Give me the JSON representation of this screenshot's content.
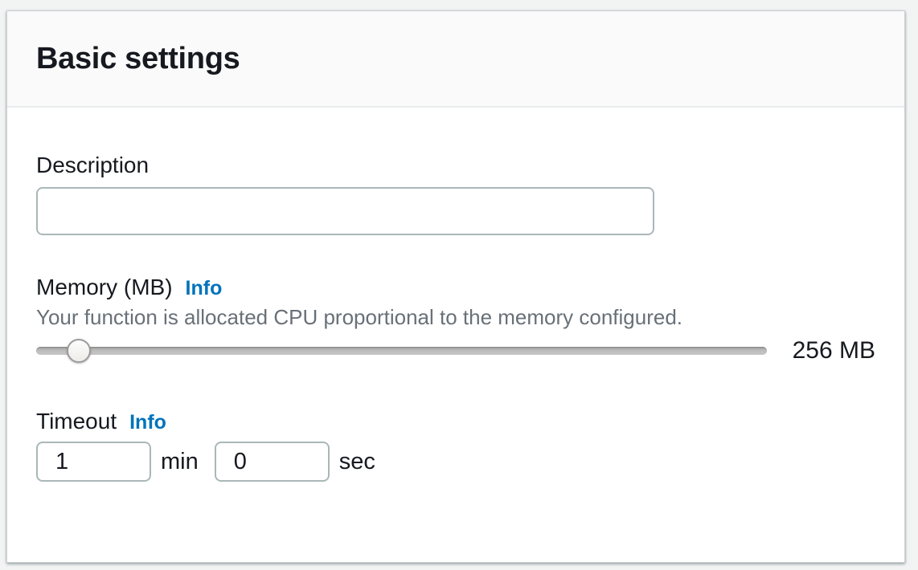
{
  "card": {
    "title": "Basic settings"
  },
  "fields": {
    "description": {
      "label": "Description",
      "value": "",
      "placeholder": ""
    },
    "memory": {
      "label": "Memory (MB)",
      "info_label": "Info",
      "helper": "Your function is allocated CPU proportional to the memory configured.",
      "value_label": "256 MB",
      "slider_percent": 5.8
    },
    "timeout": {
      "label": "Timeout",
      "info_label": "Info",
      "minutes_value": "1",
      "minutes_unit": "min",
      "seconds_value": "0",
      "seconds_unit": "sec"
    }
  },
  "colors": {
    "info_link": "#0073bb",
    "text_primary": "#16191f",
    "text_secondary": "#687078",
    "input_border": "#aab7b8",
    "header_bg": "#fafafa",
    "divider": "#eaeded",
    "page_bg": "#f2f3f3"
  }
}
